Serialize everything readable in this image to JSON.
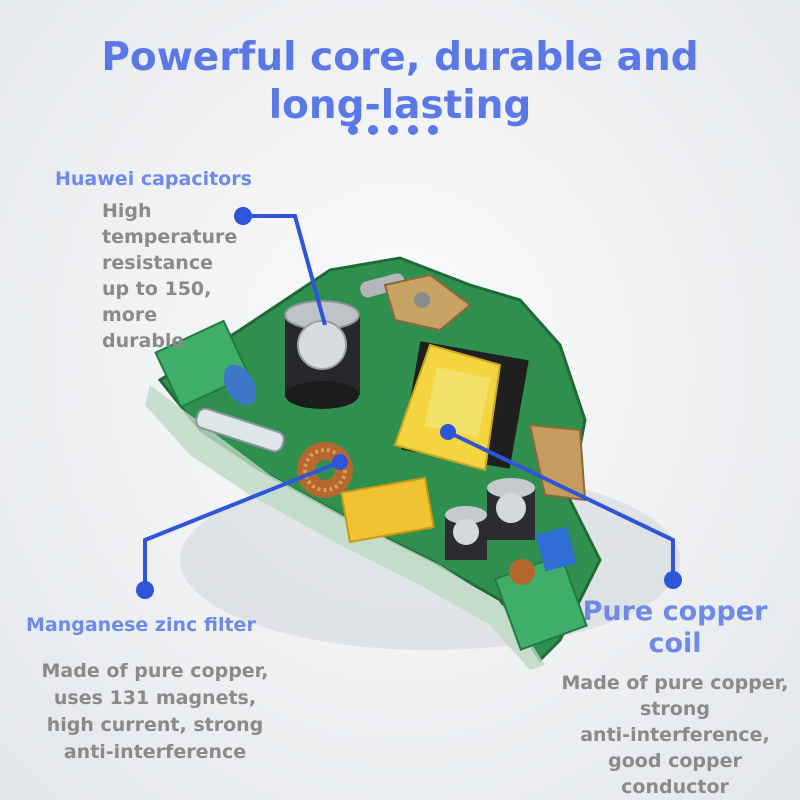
{
  "title": {
    "line1": "Powerful core, durable and",
    "line2": "long-lasting"
  },
  "callouts": {
    "capacitors": {
      "heading": "Huawei capacitors",
      "desc": [
        "High",
        "temperature",
        "resistance",
        "up to 150,",
        "more",
        "durable"
      ]
    },
    "filter": {
      "heading": "Manganese zinc filter",
      "desc": [
        "Made of pure copper,",
        "uses 131 magnets,",
        "high current, strong",
        "anti-interference"
      ]
    },
    "coil": {
      "heading": [
        "Pure copper",
        "coil"
      ],
      "desc": [
        "Made of pure copper,",
        "strong",
        "anti-interference,",
        "good copper",
        "conductor"
      ]
    }
  },
  "colors": {
    "accent": "#5b79e6",
    "callout_line": "#2f55d8",
    "pcb": "#2f8f4e"
  },
  "icons": [
    "pcb-board-image"
  ]
}
